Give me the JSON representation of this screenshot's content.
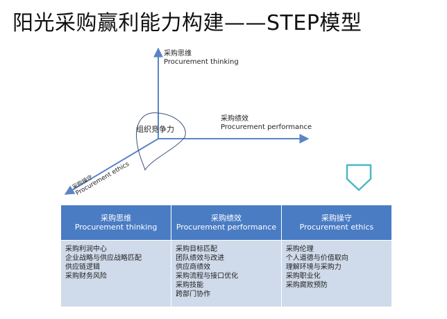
{
  "title": "阳光采购赢利能力构建——STEP模型",
  "diagram": {
    "center_label": "组织竞争力",
    "axis_thinking": {
      "label_cn": "采购思维",
      "label_en": "Procurement thinking"
    },
    "axis_performance": {
      "label_cn": "采购绩效",
      "label_en": "Procurement performance"
    },
    "axis_ethics": {
      "label_cn": "采购操守",
      "label_en": "Procurement ethics"
    }
  },
  "table": {
    "columns": [
      {
        "header_cn": "采购思维",
        "header_en": "Procurement thinking",
        "items": [
          "采购利润中心",
          "企业战略与供应战略匹配",
          "供应链逻辑",
          "采购财务风险"
        ]
      },
      {
        "header_cn": "采购绩效",
        "header_en": "Procurement performance",
        "items": [
          "采购目标匹配",
          "团队绩效与改进",
          "供应商绩效",
          "采购流程与接口优化",
          "采购技能",
          "跨部门协作"
        ]
      },
      {
        "header_cn": "采购操守",
        "header_en": "Procurement ethics",
        "items": [
          "采购伦理",
          "个人道德与价值取向",
          "理解环境与采购力",
          "采购职业化",
          "采购腐败预防"
        ]
      }
    ]
  },
  "colors": {
    "axis": "#5b84c4",
    "header": "#4a7cc4",
    "cell": "#cfdaea",
    "chevron": "#4cb8c4"
  }
}
